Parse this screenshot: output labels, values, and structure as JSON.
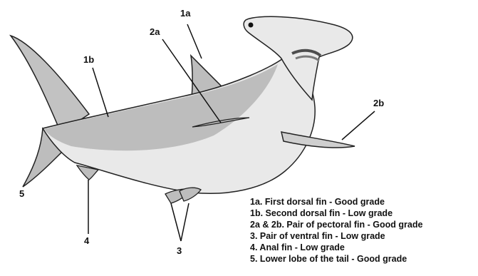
{
  "callouts": {
    "first_dorsal": "1a",
    "second_dorsal": "1b",
    "pectoral_left": "2a",
    "pectoral_right": "2b",
    "ventral": "3",
    "anal": "4",
    "tail_lower_lobe": "5"
  },
  "legend": [
    "1a. First dorsal fin - Good grade",
    "1b. Second dorsal fin - Low grade",
    "2a & 2b. Pair of pectoral fin - Good grade",
    "3. Pair of ventral fin - Low grade",
    "4. Anal fin - Low grade",
    "5. Lower lobe of the tail - Good grade"
  ],
  "colors": {
    "body_light": "#e9e9e9",
    "body_shade": "#b9b9b9",
    "fin": "#bdbdbd",
    "outline": "#222222",
    "gill_stripe": "#4d4d4d"
  }
}
